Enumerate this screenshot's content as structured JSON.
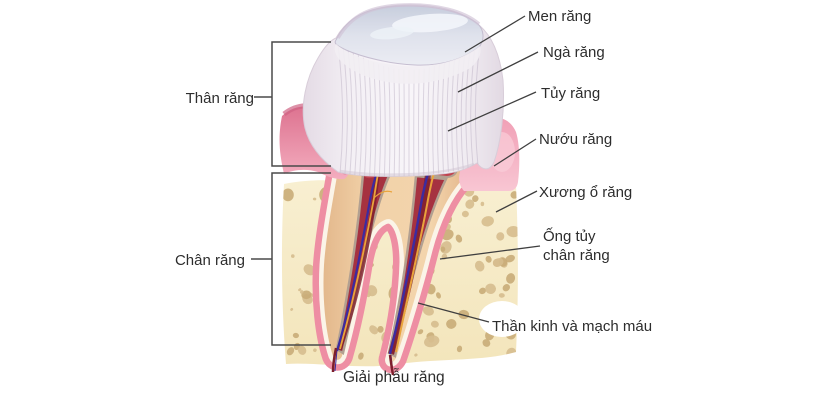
{
  "diagram": {
    "caption": "Giải phẫu răng",
    "labels": {
      "men_rang": "Men răng",
      "nga_rang": "Ngà răng",
      "tuy_rang": "Tủy răng",
      "nuou_rang": "Nướu răng",
      "xuong_o_rang": "Xương ổ răng",
      "ong_tuy_chan_rang": "Ống tủy\nchân răng",
      "than_kinh_va_mach_mau": "Thần kinh và mạch máu",
      "than_rang": "Thân răng",
      "chan_rang": "Chân răng"
    },
    "colors": {
      "enamel": "#f3eff4",
      "occlusal_cap": "#ccd3e0",
      "dentin": "#efcda3",
      "pulp": "#c04350",
      "pulp_dark": "#8c2633",
      "vessel_blue": "#3c2ba0",
      "nerve_yellow": "#e9a43c",
      "gum_dark": "#e2798f",
      "gum_light": "#f3a8ba",
      "ligament": "#ee8ea3",
      "cementum": "#fbf4e8",
      "bone": "#f6eac6",
      "bone_spot": "#d3b98a",
      "leader_line": "#3f3f3f",
      "text": "#2d2d2d"
    }
  }
}
